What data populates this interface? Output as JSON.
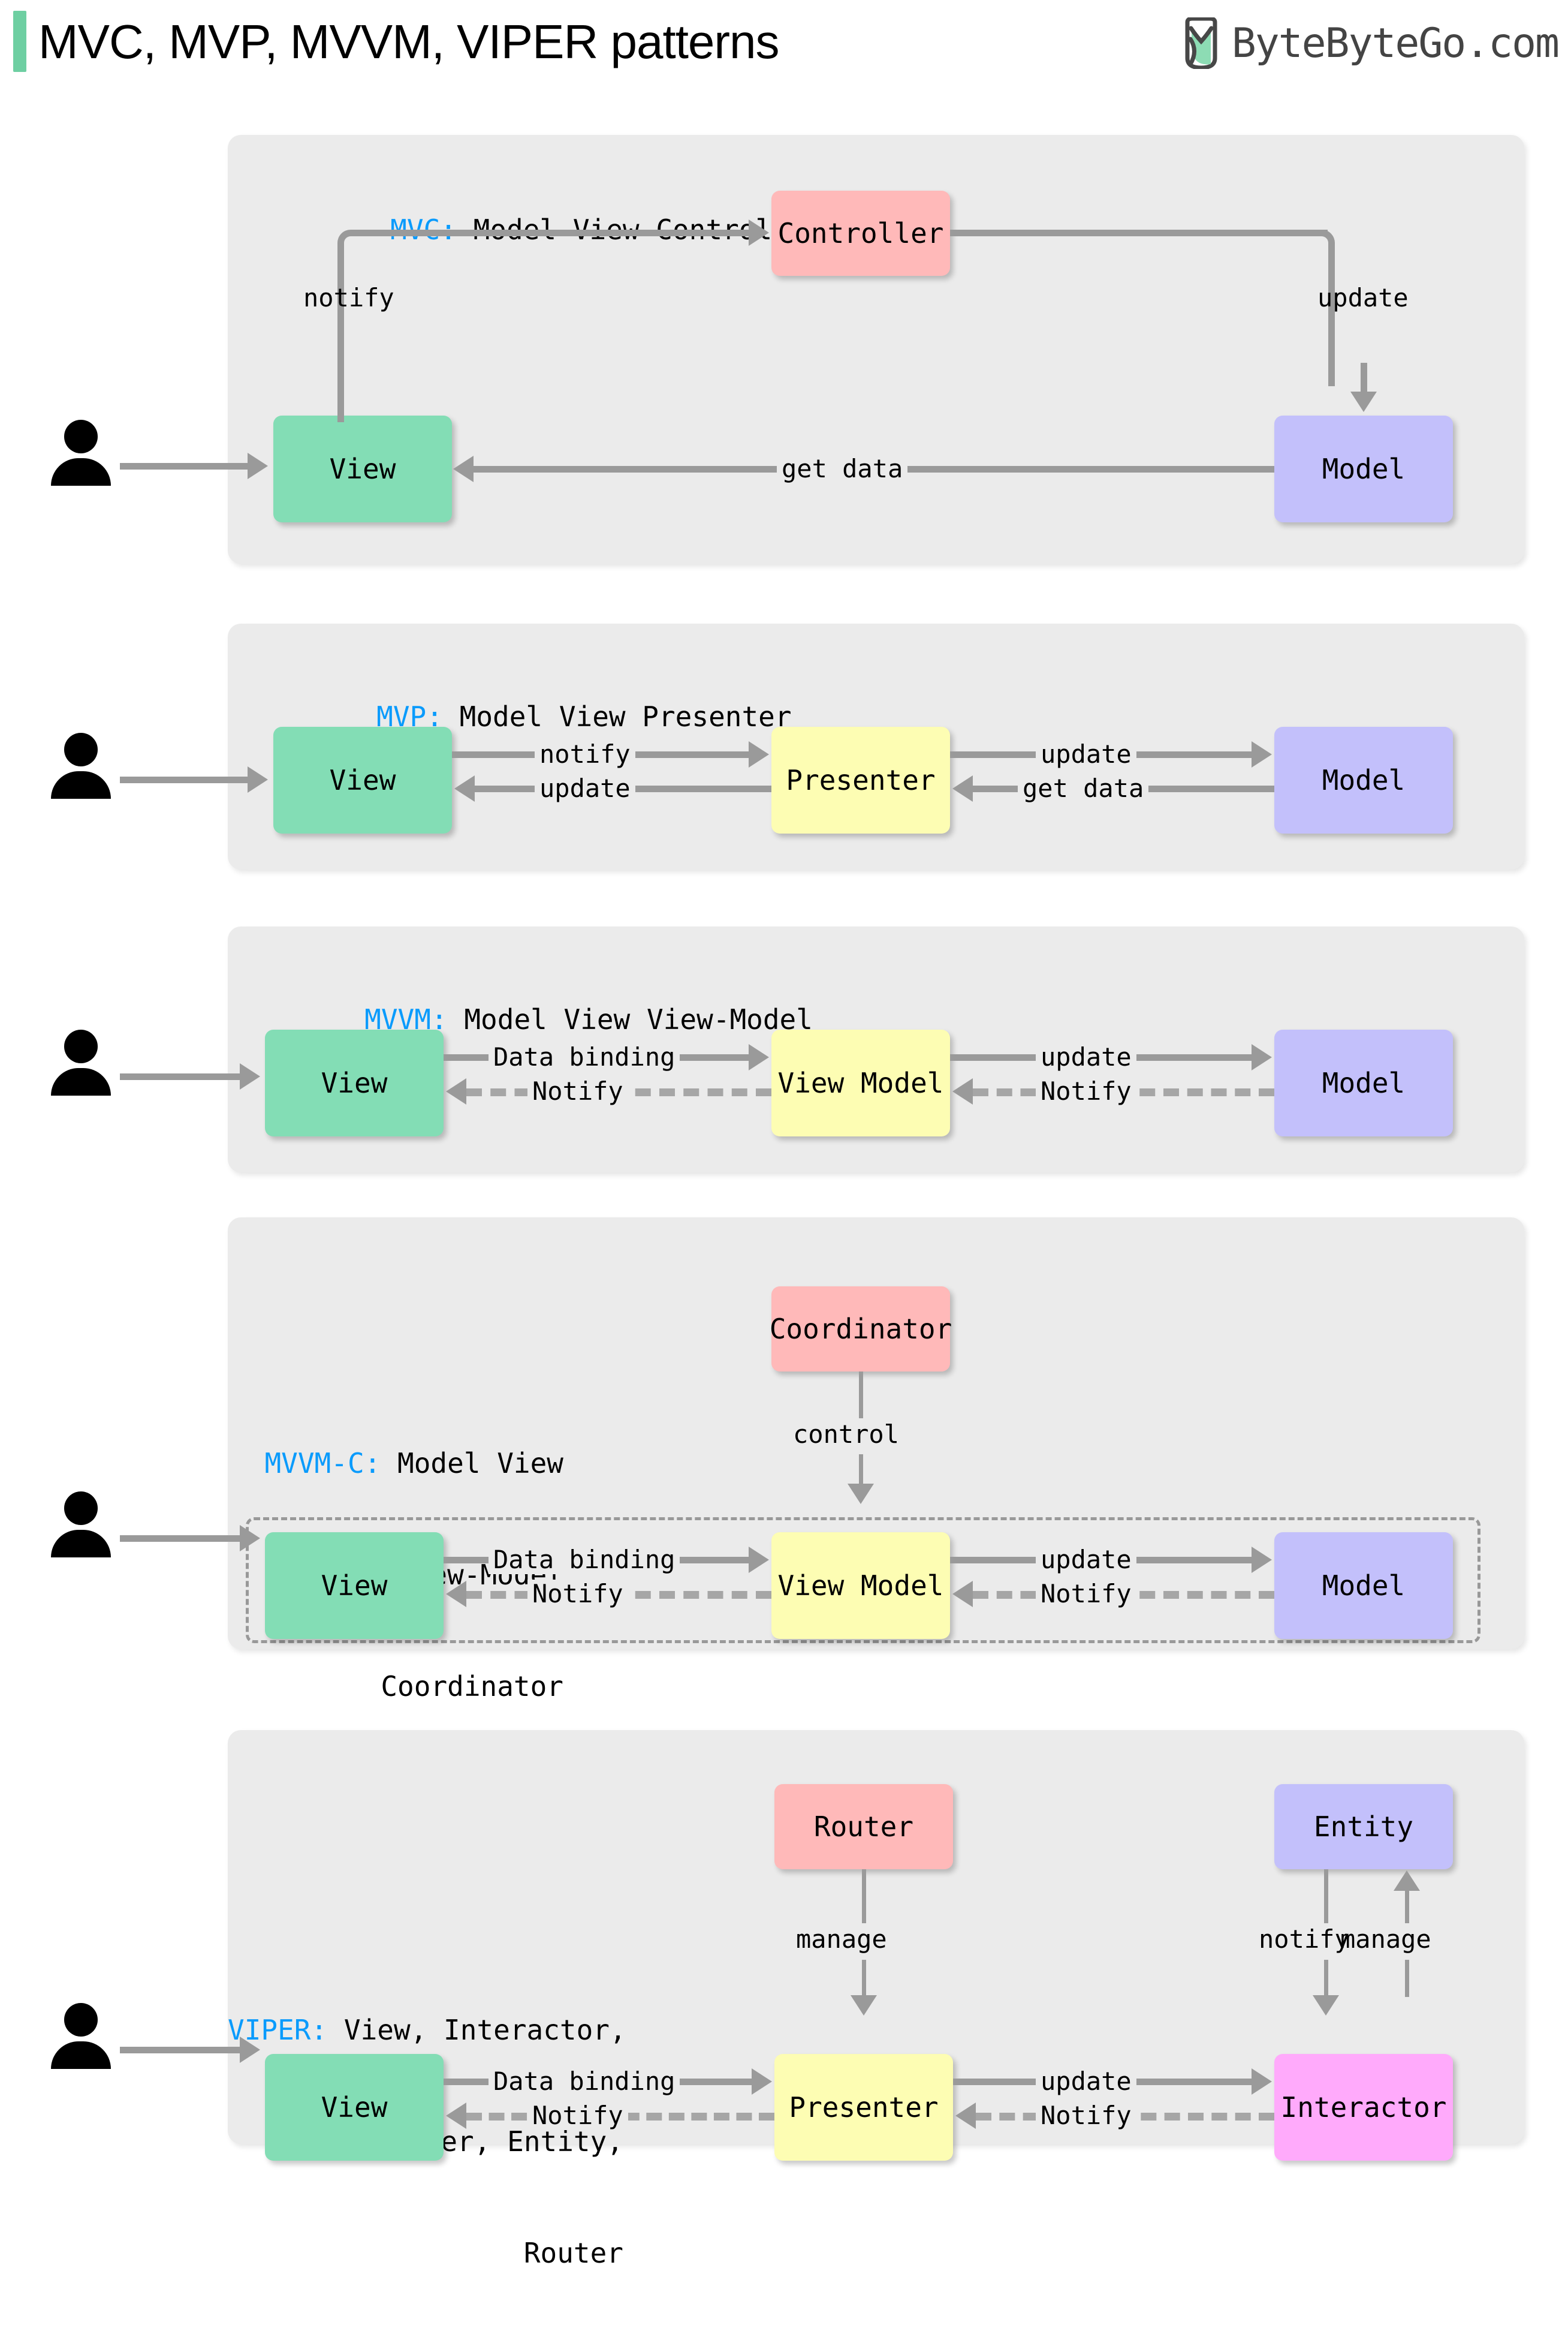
{
  "header": {
    "title": "MVC, MVP, MVVM, VIPER patterns",
    "accent_color": "#6ecfa2",
    "brand_text": "ByteByteGo.com",
    "brand_logo_icon": "bytebytego-logo-icon"
  },
  "colors": {
    "panel_bg": "#ebebeb",
    "view": "#83ddb5",
    "model": "#c3c0fb",
    "controller": "#ffb9b9",
    "viewmodel": "#fdfdb3",
    "interactor": "#ffaafb",
    "arrow": "#9a9a9a",
    "label_key": "#0a9bfc"
  },
  "sections": [
    {
      "id": "mvc",
      "key": "MVC:",
      "title_lines": [
        "Model View Controller"
      ],
      "nodes": [
        {
          "name": "view",
          "label": "View"
        },
        {
          "name": "controller",
          "label": "Controller"
        },
        {
          "name": "model",
          "label": "Model"
        }
      ],
      "edges": [
        {
          "from": "view",
          "to": "controller",
          "label": "notify",
          "style": "solid"
        },
        {
          "from": "controller",
          "to": "model",
          "label": "update",
          "style": "solid"
        },
        {
          "from": "model",
          "to": "view",
          "label": "get data",
          "style": "solid"
        },
        {
          "from": "user",
          "to": "view",
          "label": "",
          "style": "solid"
        }
      ]
    },
    {
      "id": "mvp",
      "key": "MVP:",
      "title_lines": [
        "Model View Presenter"
      ],
      "nodes": [
        {
          "name": "view",
          "label": "View"
        },
        {
          "name": "presenter",
          "label": "Presenter"
        },
        {
          "name": "model",
          "label": "Model"
        }
      ],
      "edges": [
        {
          "from": "view",
          "to": "presenter",
          "label": "notify",
          "style": "solid"
        },
        {
          "from": "presenter",
          "to": "model",
          "label": "update",
          "style": "solid"
        },
        {
          "from": "presenter",
          "to": "view",
          "label": "update",
          "style": "solid"
        },
        {
          "from": "model",
          "to": "presenter",
          "label": "get data",
          "style": "solid"
        }
      ]
    },
    {
      "id": "mvvm",
      "key": "MVVM:",
      "title_lines": [
        "Model View View-Model"
      ],
      "nodes": [
        {
          "name": "view",
          "label": "View"
        },
        {
          "name": "view-model",
          "label": "View Model"
        },
        {
          "name": "model",
          "label": "Model"
        }
      ],
      "edges": [
        {
          "from": "view",
          "to": "view-model",
          "label": "Data binding",
          "style": "solid"
        },
        {
          "from": "view-model",
          "to": "model",
          "label": "update",
          "style": "solid"
        },
        {
          "from": "view-model",
          "to": "view",
          "label": "Notify",
          "style": "dashed"
        },
        {
          "from": "model",
          "to": "view-model",
          "label": "Notify",
          "style": "dashed"
        }
      ]
    },
    {
      "id": "mvvmc",
      "key": "MVVM-C:",
      "title_lines": [
        "Model View",
        "View-Model",
        "Coordinator"
      ],
      "nodes": [
        {
          "name": "coordinator",
          "label": "Coordinator"
        },
        {
          "name": "view",
          "label": "View"
        },
        {
          "name": "view-model",
          "label": "View Model"
        },
        {
          "name": "model",
          "label": "Model"
        }
      ],
      "edges": [
        {
          "from": "coordinator",
          "to": "view-model",
          "label": "control",
          "style": "solid"
        },
        {
          "from": "view",
          "to": "view-model",
          "label": "Data binding",
          "style": "solid"
        },
        {
          "from": "view-model",
          "to": "model",
          "label": "update",
          "style": "solid"
        },
        {
          "from": "view-model",
          "to": "view",
          "label": "Notify",
          "style": "dashed"
        },
        {
          "from": "model",
          "to": "view-model",
          "label": "Notify",
          "style": "dashed"
        }
      ]
    },
    {
      "id": "viper",
      "key": "VIPER:",
      "title_lines": [
        "View, Interactor,",
        "Presenter, Entity,",
        "Router"
      ],
      "nodes": [
        {
          "name": "router",
          "label": "Router"
        },
        {
          "name": "entity",
          "label": "Entity"
        },
        {
          "name": "view",
          "label": "View"
        },
        {
          "name": "presenter",
          "label": "Presenter"
        },
        {
          "name": "interactor",
          "label": "Interactor"
        }
      ],
      "edges": [
        {
          "from": "router",
          "to": "presenter",
          "label": "manage",
          "style": "solid"
        },
        {
          "from": "entity",
          "to": "interactor",
          "label": "notify",
          "style": "solid"
        },
        {
          "from": "interactor",
          "to": "entity",
          "label": "manage",
          "style": "solid"
        },
        {
          "from": "view",
          "to": "presenter",
          "label": "Data binding",
          "style": "solid"
        },
        {
          "from": "presenter",
          "to": "interactor",
          "label": "update",
          "style": "solid"
        },
        {
          "from": "presenter",
          "to": "view",
          "label": "Notify",
          "style": "dashed"
        },
        {
          "from": "interactor",
          "to": "presenter",
          "label": "Notify",
          "style": "dashed"
        }
      ]
    }
  ]
}
